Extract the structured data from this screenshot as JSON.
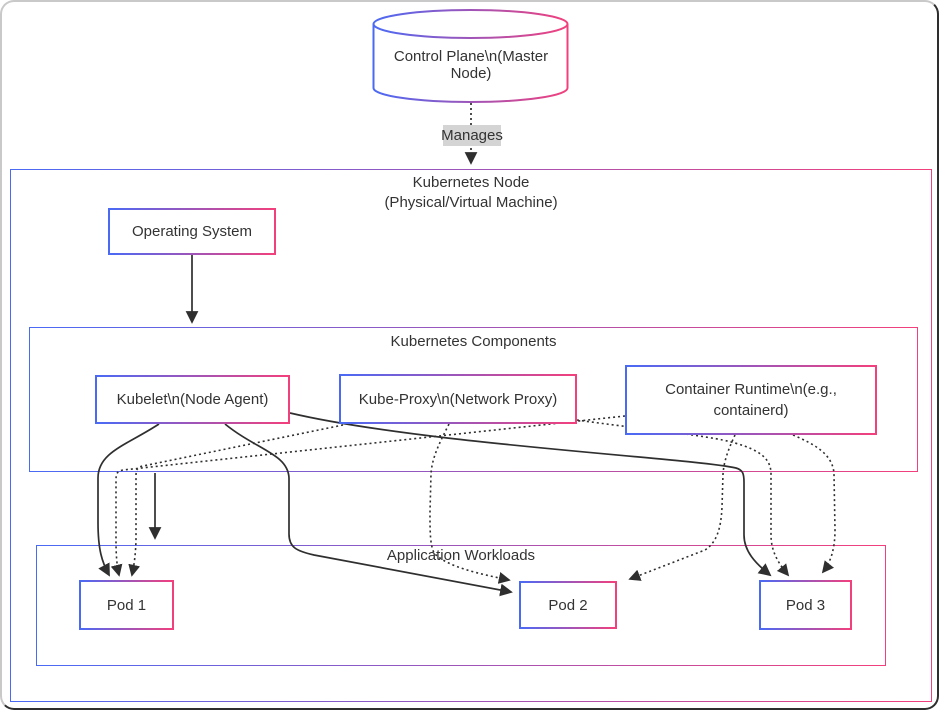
{
  "diagram": {
    "type": "flowchart",
    "control_plane": {
      "label": "Control Plane\\n(Master Node)",
      "shape": "cylinder"
    },
    "node_box": {
      "title_line1": "Kubernetes Node",
      "title_line2": "(Physical/Virtual Machine)"
    },
    "operating_system": {
      "label": "Operating System"
    },
    "components": {
      "title": "Kubernetes Components",
      "kubelet": "Kubelet\\n(Node Agent)",
      "kube_proxy": "Kube-Proxy\\n(Network Proxy)",
      "container_runtime_line1": "Container Runtime\\n(e.g.,",
      "container_runtime_line2": "containerd)"
    },
    "workloads": {
      "title": "Application Workloads",
      "pods": [
        "Pod 1",
        "Pod 2",
        "Pod 3"
      ]
    },
    "edges": [
      {
        "from": "Control Plane",
        "to": "Kubernetes Node",
        "style": "dotted",
        "label": "Manages"
      },
      {
        "from": "Operating System",
        "to": "Kubernetes Components",
        "style": "solid",
        "label": ""
      },
      {
        "from": "Kubernetes Components",
        "to": "Application Workloads",
        "style": "solid",
        "label": ""
      },
      {
        "from": "Kubelet",
        "to": "Pod 1",
        "style": "solid",
        "label": ""
      },
      {
        "from": "Kubelet",
        "to": "Pod 2",
        "style": "solid",
        "label": ""
      },
      {
        "from": "Kubelet",
        "to": "Pod 3",
        "style": "solid",
        "label": ""
      },
      {
        "from": "Kube-Proxy",
        "to": "Pod 1",
        "style": "dotted",
        "label": ""
      },
      {
        "from": "Kube-Proxy",
        "to": "Pod 2",
        "style": "dotted",
        "label": ""
      },
      {
        "from": "Kube-Proxy",
        "to": "Pod 3",
        "style": "dotted",
        "label": ""
      },
      {
        "from": "Container Runtime",
        "to": "Pod 1",
        "style": "dotted",
        "label": ""
      },
      {
        "from": "Container Runtime",
        "to": "Pod 2",
        "style": "dotted",
        "label": ""
      },
      {
        "from": "Container Runtime",
        "to": "Pod 3",
        "style": "dotted",
        "label": ""
      }
    ],
    "colors": {
      "border_gradient_start": "#4a6af5",
      "border_gradient_end": "#f2407c",
      "edge_stroke": "#2f2f2f",
      "edge_label_background": "#d4d4d4",
      "text": "#333333",
      "node_fill": "#ffffff"
    }
  }
}
